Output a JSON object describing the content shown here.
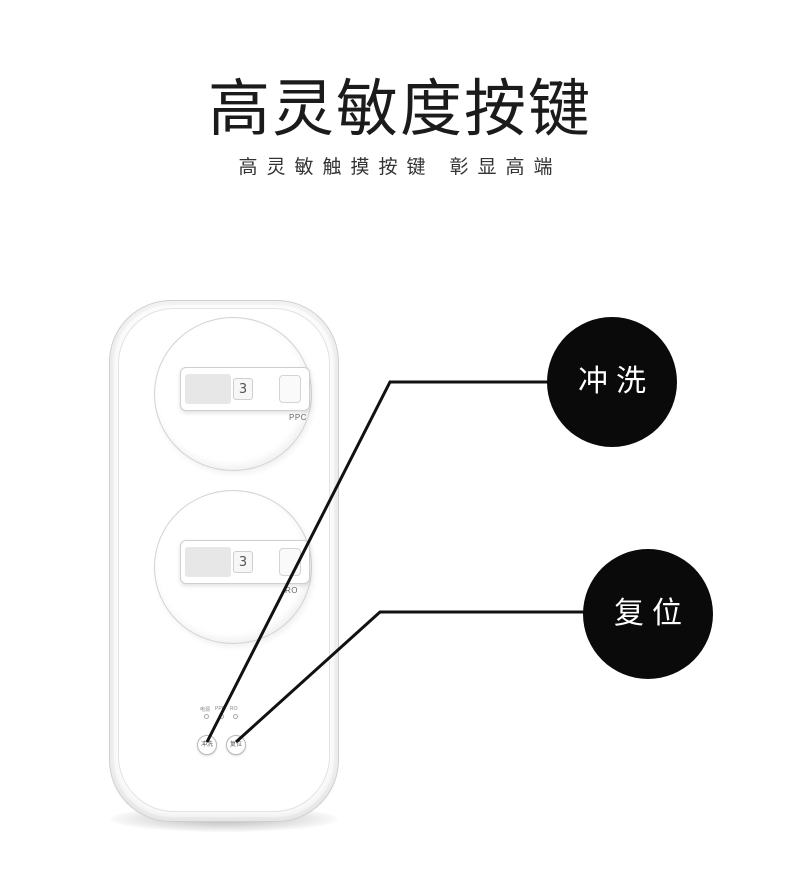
{
  "header": {
    "title": "高灵敏度按键",
    "subtitle": "高灵敏触摸按键 彰显高端"
  },
  "device": {
    "filters": [
      {
        "number": "3",
        "label": "PPC"
      },
      {
        "number": "3",
        "label": "RO"
      }
    ],
    "indicators": [
      {
        "label": "电源"
      },
      {
        "label": "PPC"
      },
      {
        "label": "RO"
      }
    ],
    "buttons": {
      "flush": "冲洗",
      "reset": "复位"
    }
  },
  "callouts": {
    "flush": "冲洗",
    "reset": "复位"
  },
  "colors": {
    "callout_bg": "#0a0a0a",
    "callout_text": "#ffffff",
    "background": "#ffffff"
  }
}
